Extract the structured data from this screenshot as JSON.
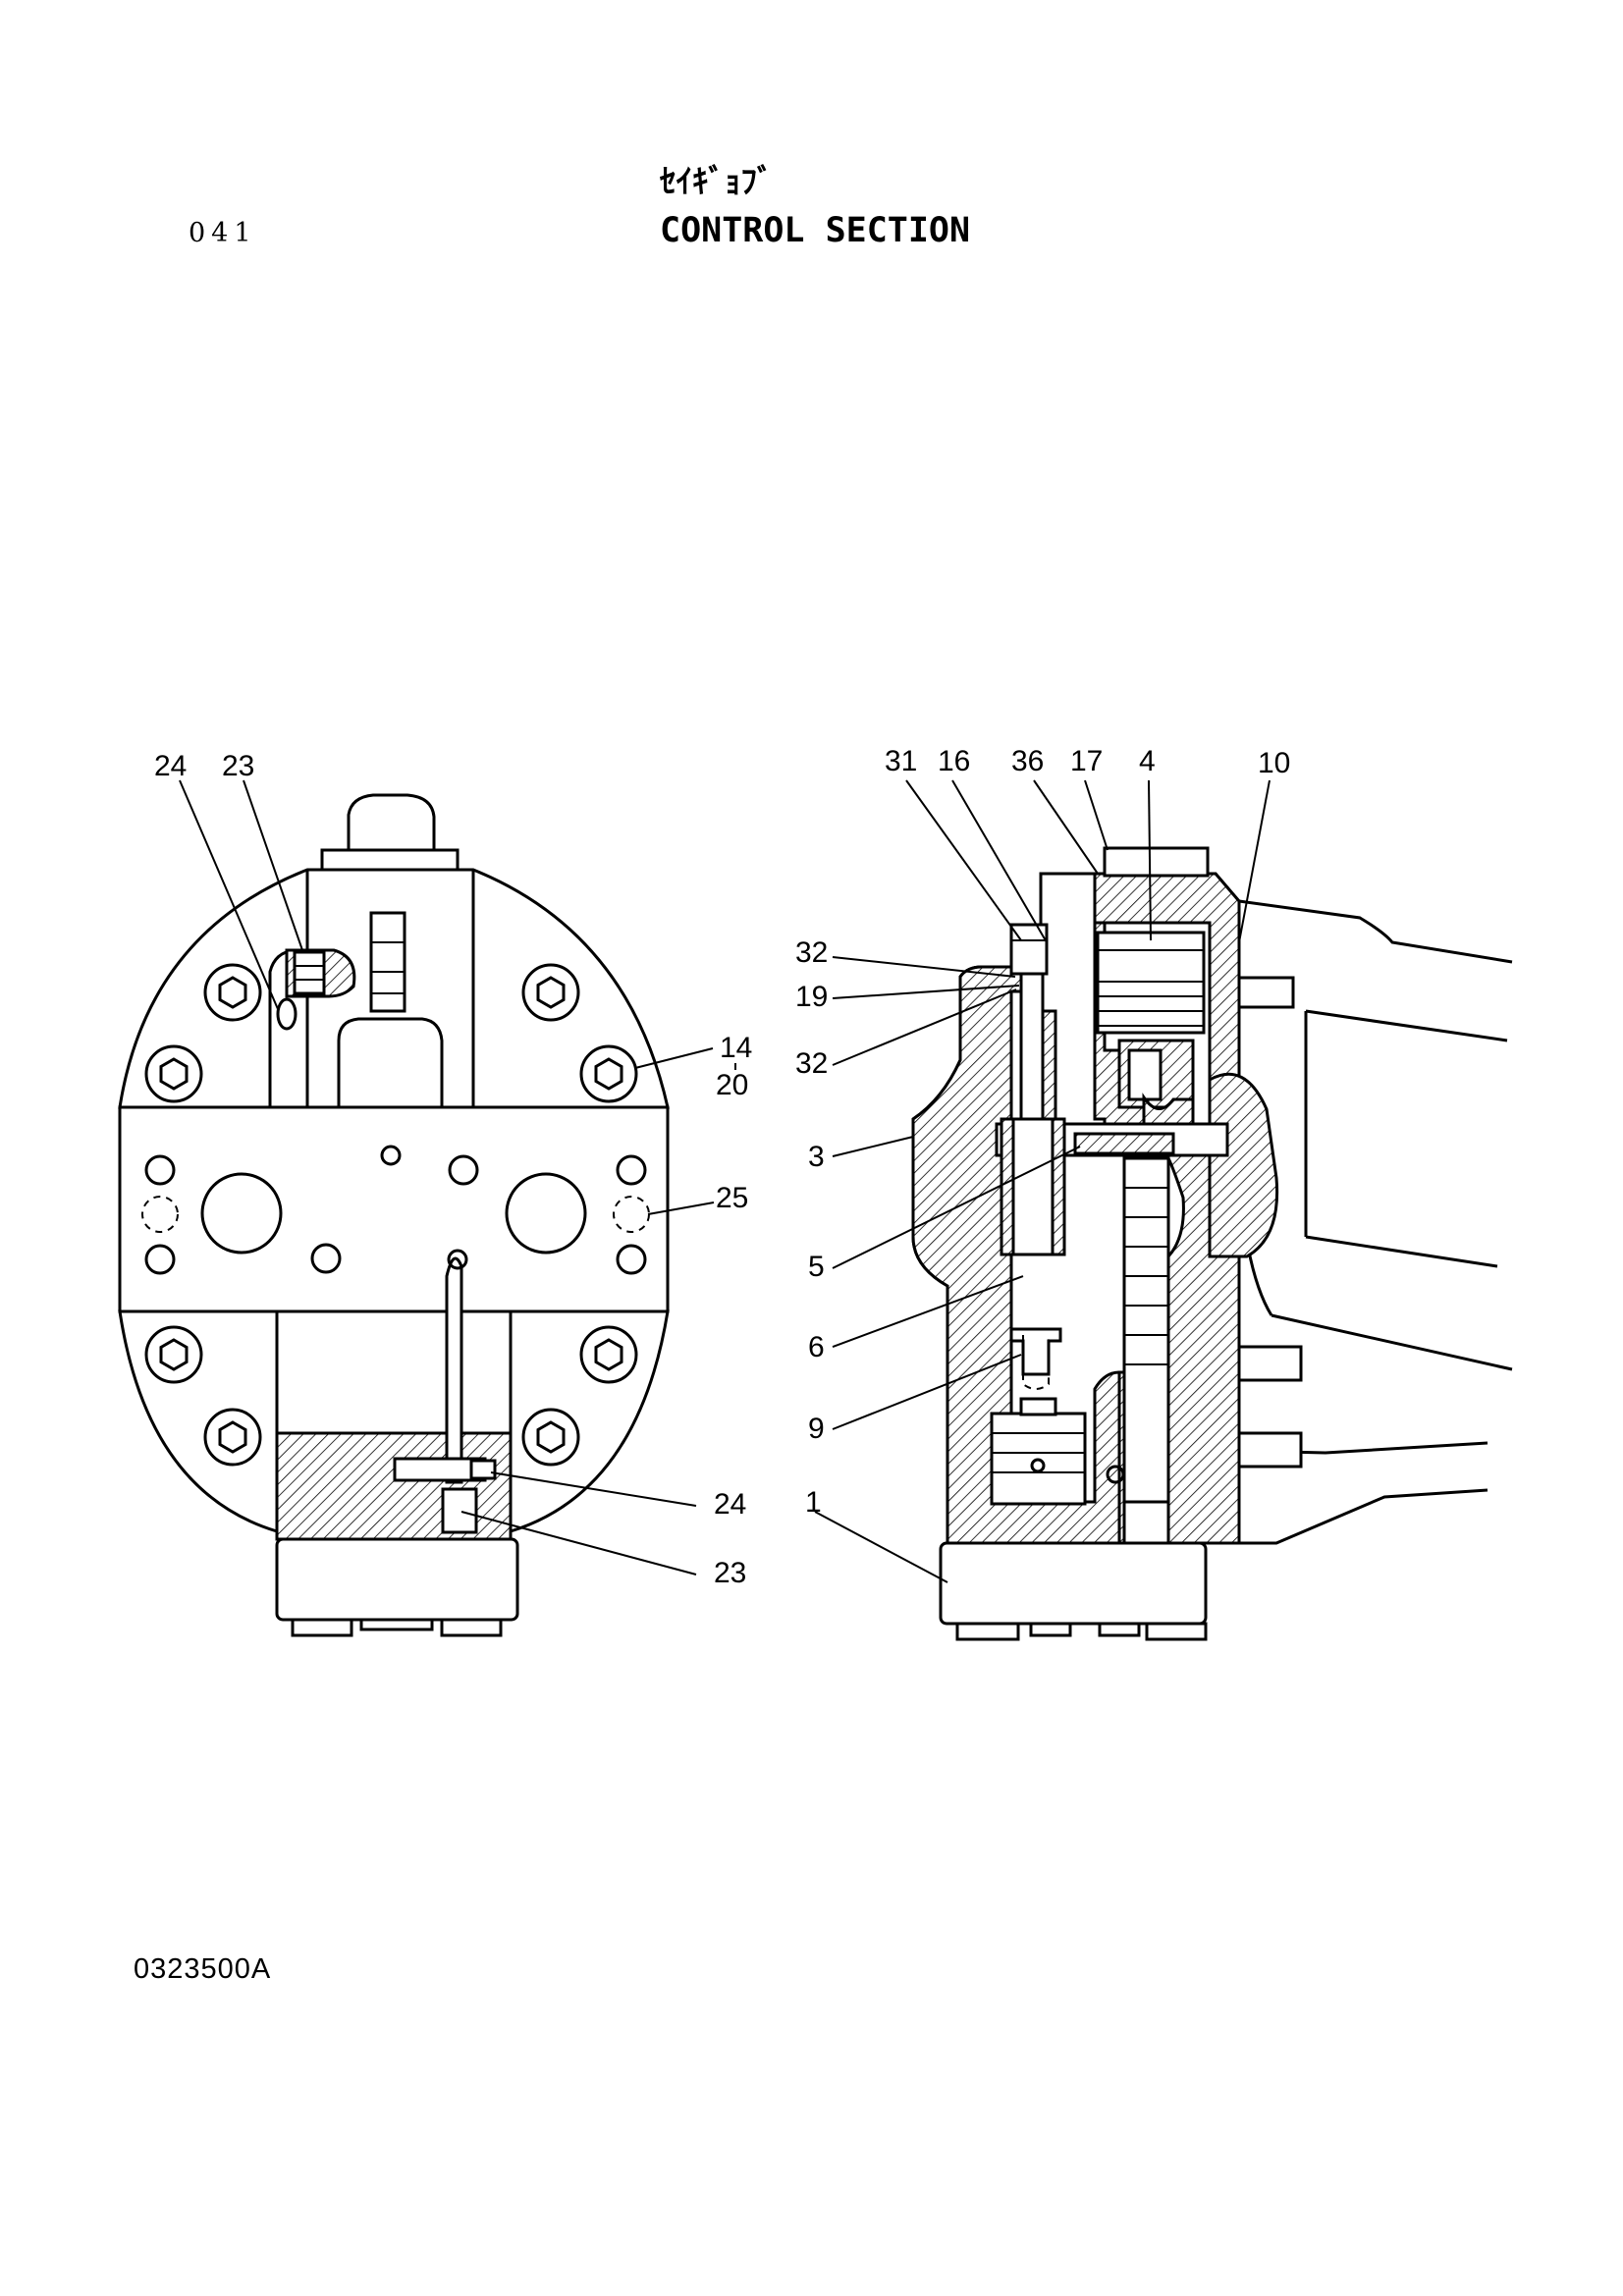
{
  "header": {
    "page_number": "041",
    "title_jp": "ｾｲｷﾞｮﾌﾞ",
    "title_en": "CONTROL SECTION"
  },
  "footer": {
    "drawing_code": "0323500A"
  },
  "callouts": {
    "left": [
      "24",
      "23",
      "14",
      "20",
      "25",
      "24",
      "23"
    ],
    "right": [
      "31",
      "16",
      "36",
      "17",
      "4",
      "10",
      "32",
      "19",
      "32",
      "3",
      "5",
      "6",
      "9",
      "1"
    ]
  }
}
